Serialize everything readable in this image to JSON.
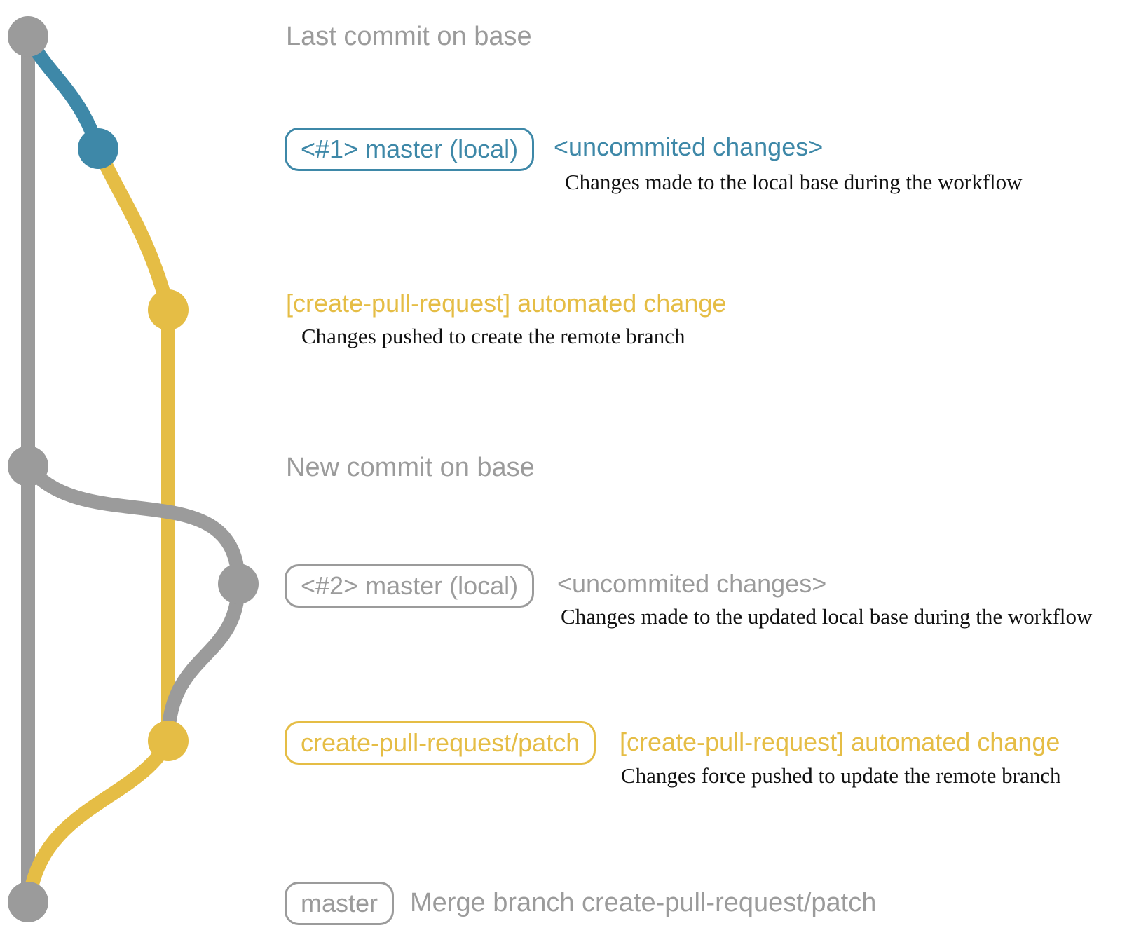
{
  "colors": {
    "gray": "#9b9b9b",
    "blue": "#3e88a8",
    "yellow": "#e5bd45",
    "description_text": "#111111",
    "background": "#ffffff"
  },
  "graph": {
    "commit_dots": [
      "last-commit-on-base",
      "uncommited-changes-1",
      "create-pull-request-push",
      "new-commit-on-base",
      "uncommited-changes-2",
      "create-pull-request-force-push",
      "merge-commit"
    ]
  },
  "rows": {
    "row1_label": "Last commit on base",
    "badge1": "<#1> master (local)",
    "row2_note": "<uncommited changes>",
    "row2_desc": "Changes made to the local base during the workflow",
    "row3_title": "[create-pull-request] automated change",
    "row3_desc": "Changes pushed to create the remote branch",
    "row4_label": "New commit on base",
    "badge2": "<#2> master (local)",
    "row5_note": "<uncommited changes>",
    "row5_desc": "Changes made to the updated local base during the workflow",
    "badge3": "create-pull-request/patch",
    "row6_title": "[create-pull-request] automated change",
    "row6_desc": "Changes force pushed to update the remote branch",
    "badge4": "master",
    "row7_label": "Merge branch create-pull-request/patch"
  }
}
